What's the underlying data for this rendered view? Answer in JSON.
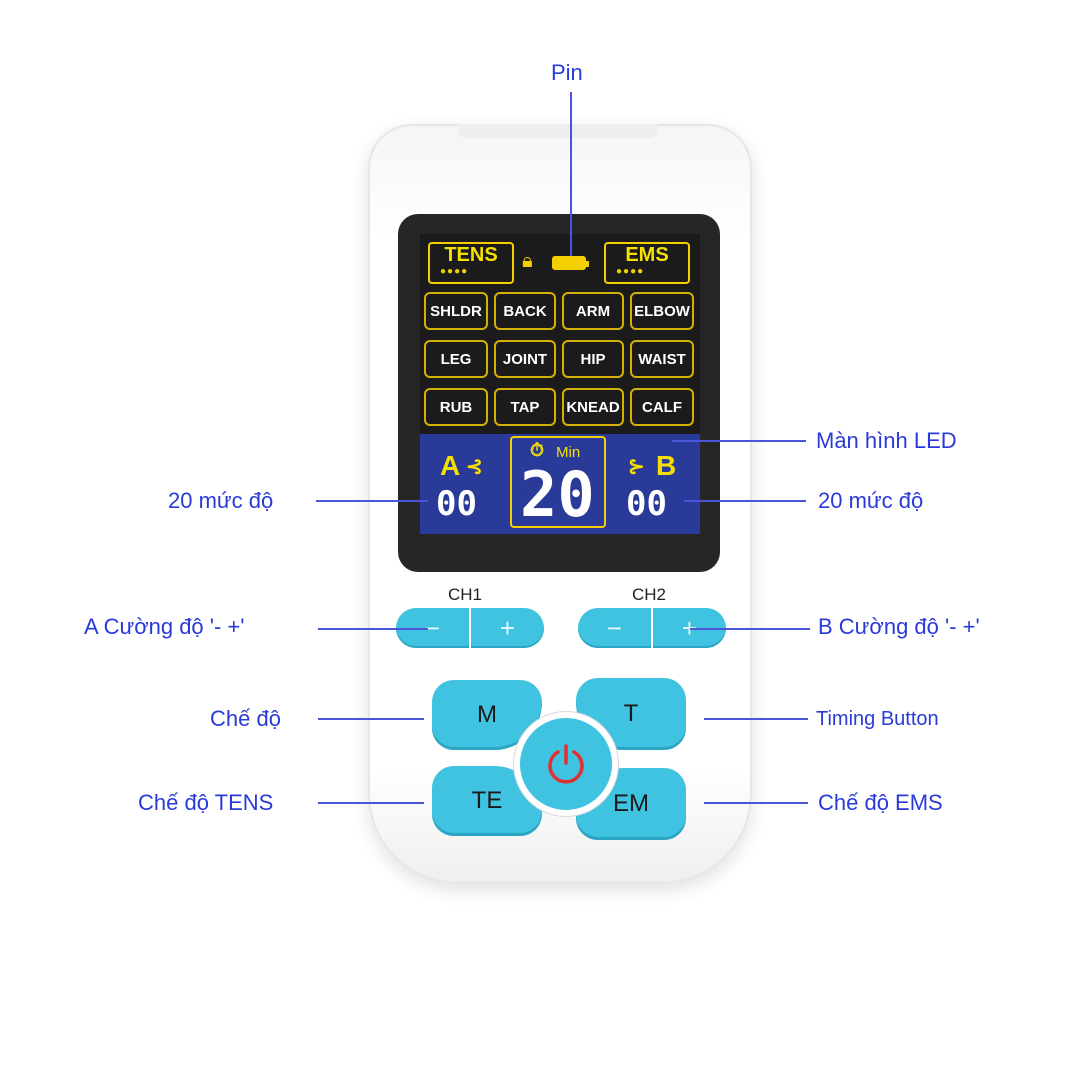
{
  "callouts": {
    "pin": "Pin",
    "led_screen": "Màn hình LED",
    "level_a": "20 mức độ",
    "level_b": "20 mức độ",
    "intensity_a": "A Cường độ '- +'",
    "intensity_b": "B Cường độ '- +'",
    "mode": "Chế độ",
    "timing": "Timing Button",
    "tens_mode": "Chế độ TENS",
    "ems_mode": "Chế độ EMS"
  },
  "lcd": {
    "tens": "TENS",
    "ems": "EMS",
    "body_parts": [
      "SHLDR",
      "BACK",
      "ARM",
      "ELBOW",
      "LEG",
      "JOINT",
      "HIP",
      "WAIST",
      "RUB",
      "TAP",
      "KNEAD",
      "CALF"
    ],
    "channel_a": "A",
    "channel_b": "B",
    "level_a": "00",
    "level_b": "00",
    "timer_unit": "Min",
    "timer_value": "20"
  },
  "controls": {
    "ch1": "CH1",
    "ch2": "CH2",
    "minus": "−",
    "plus": "+",
    "m": "M",
    "t": "T",
    "te": "TE",
    "em": "EM"
  },
  "colors": {
    "callout_text": "#2a3ad8",
    "button": "#3fc3e0",
    "lcd_frame": "#f5d000",
    "power_symbol": "#e03030"
  },
  "icons": {
    "lock": "lock-icon",
    "battery": "battery-icon",
    "power": "power-icon",
    "timer": "stopwatch-icon"
  }
}
